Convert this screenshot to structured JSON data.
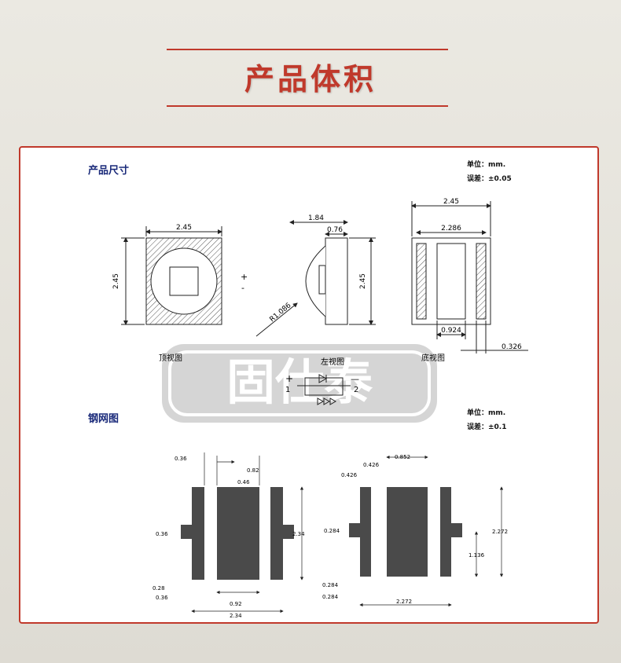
{
  "header": {
    "title": "产品体积"
  },
  "product_size": {
    "heading": "产品尺寸",
    "unit": "单位：mm.",
    "tolerance": "误差：±0.05",
    "top_view": {
      "caption": "顶视图",
      "width": "2.45",
      "height": "2.45",
      "marks": [
        "+",
        "-"
      ]
    },
    "side_view": {
      "caption": "左视图",
      "overall": "1.84",
      "lens": "0.76",
      "height": "2.45",
      "radius": "R1.086"
    },
    "bottom_view": {
      "caption": "底视图",
      "width": "2.45",
      "inner": "2.286",
      "pad": "0.924",
      "edge": "0.326"
    },
    "polarity": {
      "plus": "+",
      "pin1": "1",
      "minus": "—",
      "pin2": "2"
    }
  },
  "watermark": {
    "text": "固仕泰"
  },
  "stencil": {
    "heading": "钢网图",
    "unit": "单位：mm.",
    "tolerance": "误差：±0.1",
    "left": {
      "d1": "0.36",
      "d2": "0.82",
      "d3": "0.46",
      "d4": "0.36",
      "d5": "2.34",
      "d6": "0.28",
      "d7": "0.36",
      "d8": "0.92",
      "d9": "2.34"
    },
    "right": {
      "d1": "0.426",
      "d2": "0.852",
      "d3": "0.426",
      "d4": "0.284",
      "d5": "2.272",
      "d6": "1.136",
      "d7": "0.284",
      "d8": "0.284",
      "d9": "2.272"
    }
  }
}
